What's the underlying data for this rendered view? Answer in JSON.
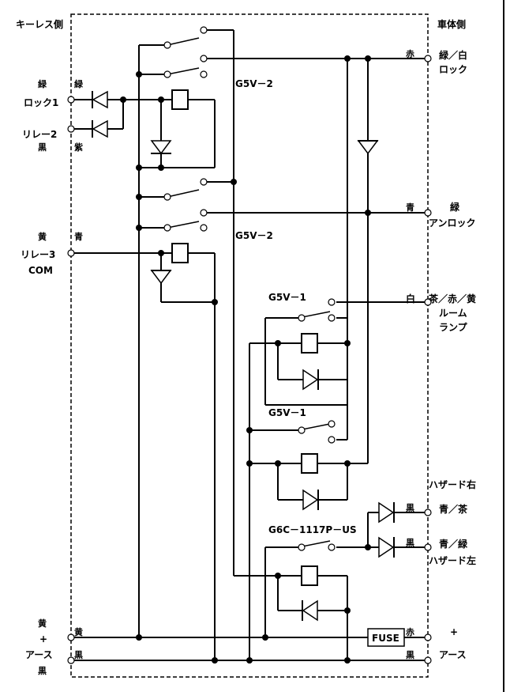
{
  "headers": {
    "left": "キーレス側",
    "right": "車体側"
  },
  "left_terminals": {
    "lock1": {
      "color_top": "緑",
      "color_inner": "緑",
      "name": "ロック1"
    },
    "relay2": {
      "name": "リレー2",
      "color_bottom": "黒",
      "color_inner": "紫"
    },
    "relay3": {
      "color_top": "黄",
      "color_inner": "青",
      "name": "リレー3",
      "name2": "COM"
    },
    "power": {
      "color_top": "黄",
      "sign": "+",
      "color_inner": "黄"
    },
    "ground": {
      "name": "アース",
      "color_inner": "黒",
      "color_bottom": "黒"
    }
  },
  "right_terminals": {
    "lock": {
      "wire_color": "赤",
      "color": "緑／白",
      "name": "ロック"
    },
    "unlock": {
      "wire_color": "青",
      "color": "緑",
      "name": "アンロック"
    },
    "room_lamp": {
      "wire_color": "白",
      "color": "茶／赤／黄",
      "name": "ルーム",
      "name2": "ランプ"
    },
    "hazard_right": {
      "name": "ハザード右",
      "wire_color": "黒",
      "color": "青／茶"
    },
    "hazard_left": {
      "wire_color": "黒",
      "color": "青／緑",
      "name": "ハザード左"
    },
    "power": {
      "wire_color": "赤",
      "sign": "+"
    },
    "ground": {
      "wire_color": "黒",
      "name": "アース"
    }
  },
  "relays": {
    "r1": "G5V－2",
    "r2": "G5V－2",
    "r3": "G5V－1",
    "r4": "G5V－1",
    "r5": "G6C－1117P－US"
  },
  "fuse_label": "FUSE"
}
